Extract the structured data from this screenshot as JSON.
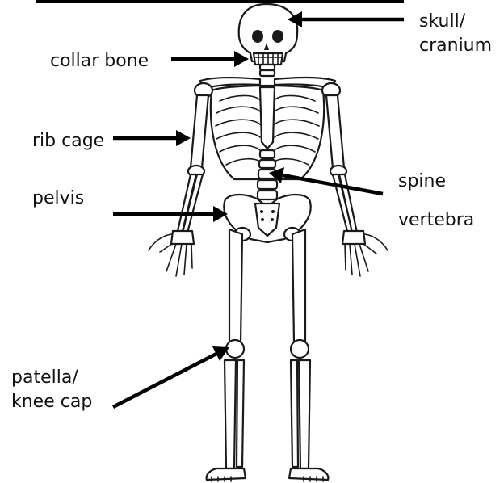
{
  "labels": {
    "skull": [
      "skull/",
      "cranium"
    ],
    "collar_bone": "collar bone",
    "rib_cage": "rib cage",
    "pelvis": "pelvis",
    "spine": "spine",
    "vertebra": "vertebra",
    "patella": [
      "patella/",
      "knee cap"
    ]
  },
  "colors": {
    "ink": "#000000",
    "background": "#ffffff"
  }
}
